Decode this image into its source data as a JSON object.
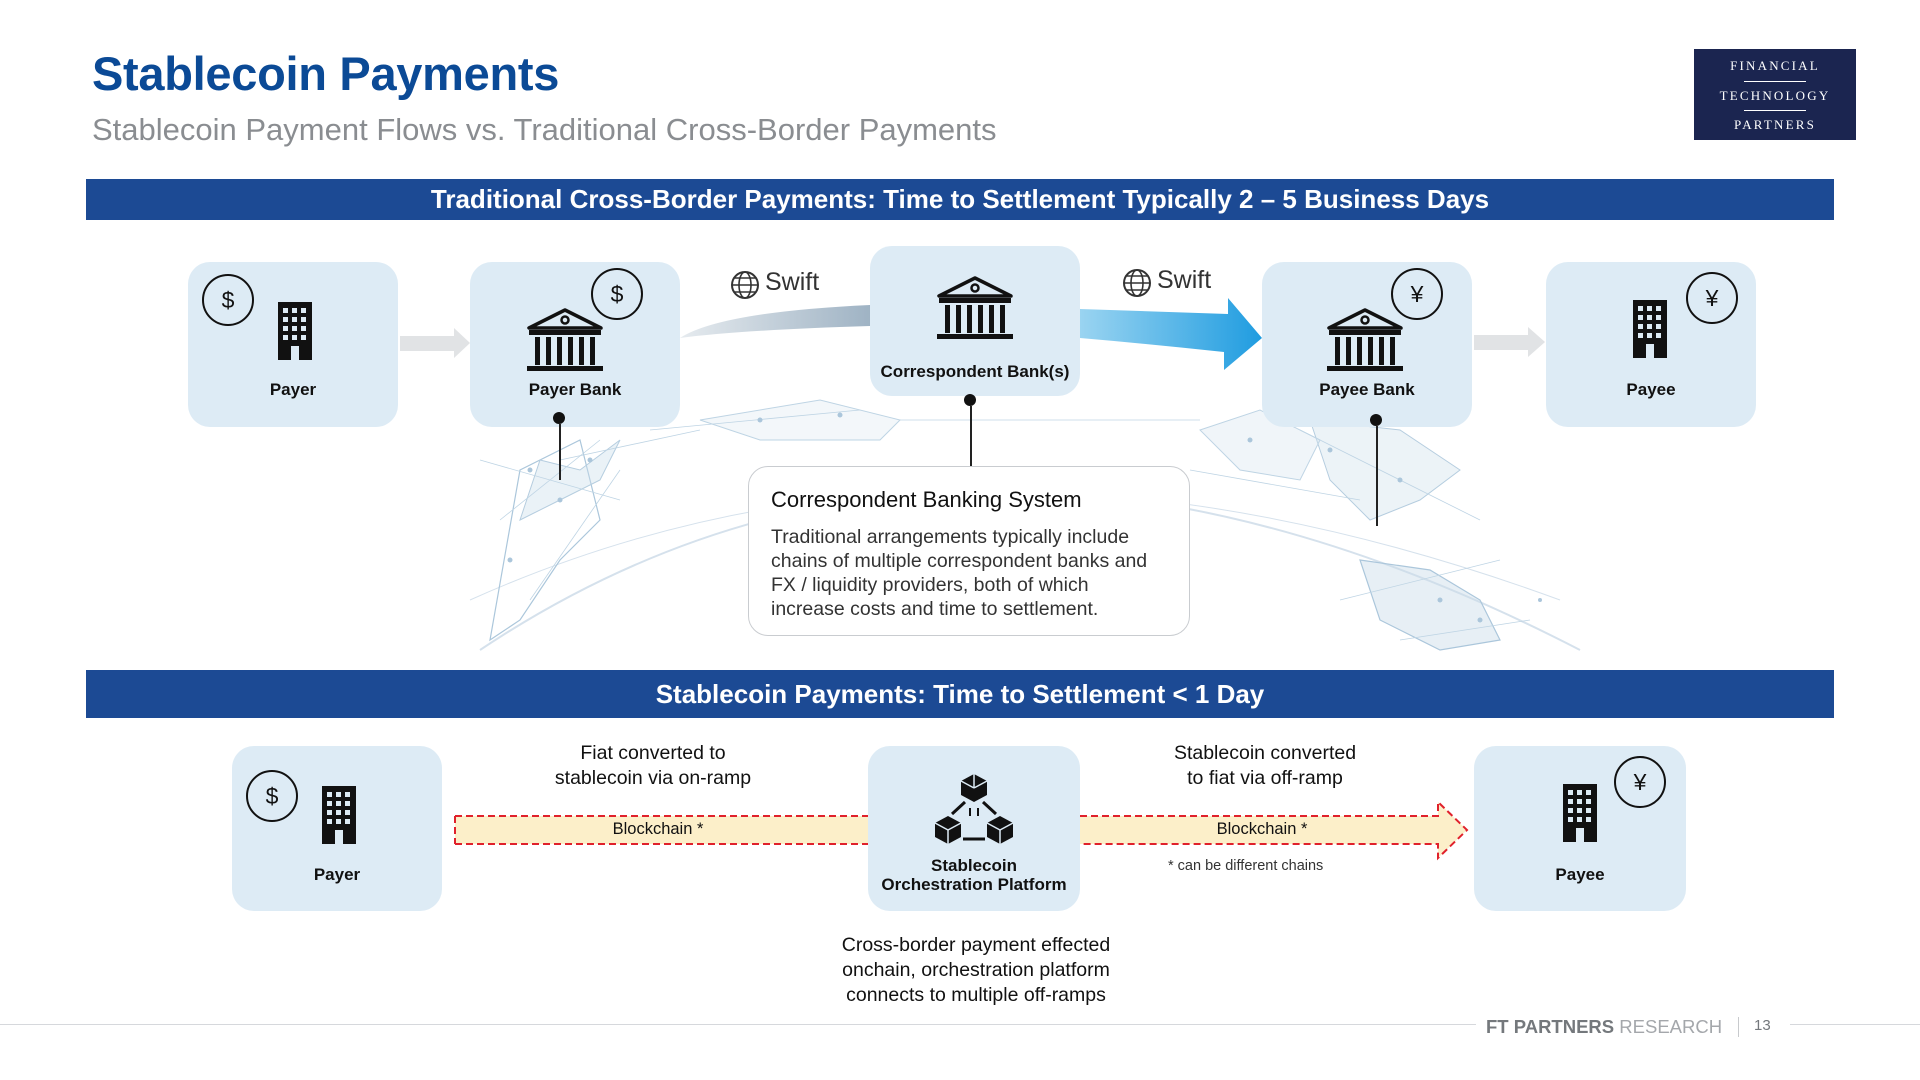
{
  "header": {
    "title": "Stablecoin Payments",
    "subtitle": "Stablecoin Payment Flows vs. Traditional Cross-Border Payments"
  },
  "logo": {
    "line1": "FINANCIAL",
    "line2": "TECHNOLOGY",
    "line3": "PARTNERS"
  },
  "traditional": {
    "banner": "Traditional Cross-Border Payments: Time to Settlement Typically 2 – 5 Business Days",
    "nodes": {
      "payer": {
        "label": "Payer",
        "currency": "$"
      },
      "payer_bank": {
        "label": "Payer Bank",
        "currency": "$"
      },
      "correspondent": {
        "label": "Correspondent Bank(s)"
      },
      "payee_bank": {
        "label": "Payee Bank",
        "currency": "¥"
      },
      "payee": {
        "label": "Payee",
        "currency": "¥"
      }
    },
    "swift_left": "Swift",
    "swift_right": "Swift",
    "callout": {
      "title": "Correspondent Banking System",
      "body": "Traditional arrangements typically include chains of multiple correspondent banks and FX / liquidity providers, both of which increase costs and time to settlement."
    }
  },
  "stablecoin": {
    "banner": "Stablecoin Payments: Time to Settlement < 1 Day",
    "nodes": {
      "payer": {
        "label": "Payer",
        "currency": "$"
      },
      "platform": {
        "label_line1": "Stablecoin",
        "label_line2": "Orchestration Platform"
      },
      "payee": {
        "label": "Payee",
        "currency": "¥"
      }
    },
    "onramp_caption_1": "Fiat converted to",
    "onramp_caption_2": "stablecoin via on-ramp",
    "offramp_caption_1": "Stablecoin converted",
    "offramp_caption_2": "to fiat via off-ramp",
    "chain_left": "Blockchain *",
    "chain_right": "Blockchain *",
    "chain_note": "* can be different chains",
    "bottom_caption_1": "Cross-border payment effected",
    "bottom_caption_2": "onchain, orchestration platform",
    "bottom_caption_3": "connects to multiple off-ramps"
  },
  "footer": {
    "brand": "FT PARTNERS",
    "brand_suffix": "RESEARCH",
    "page": "13"
  },
  "colors": {
    "brand_blue": "#1c4a94",
    "title_blue": "#0b4a96",
    "node_bg": "#ddebf5",
    "logo_navy": "#1b2550",
    "dash_red": "#e0212b",
    "chain_fill": "#fcefc9"
  }
}
